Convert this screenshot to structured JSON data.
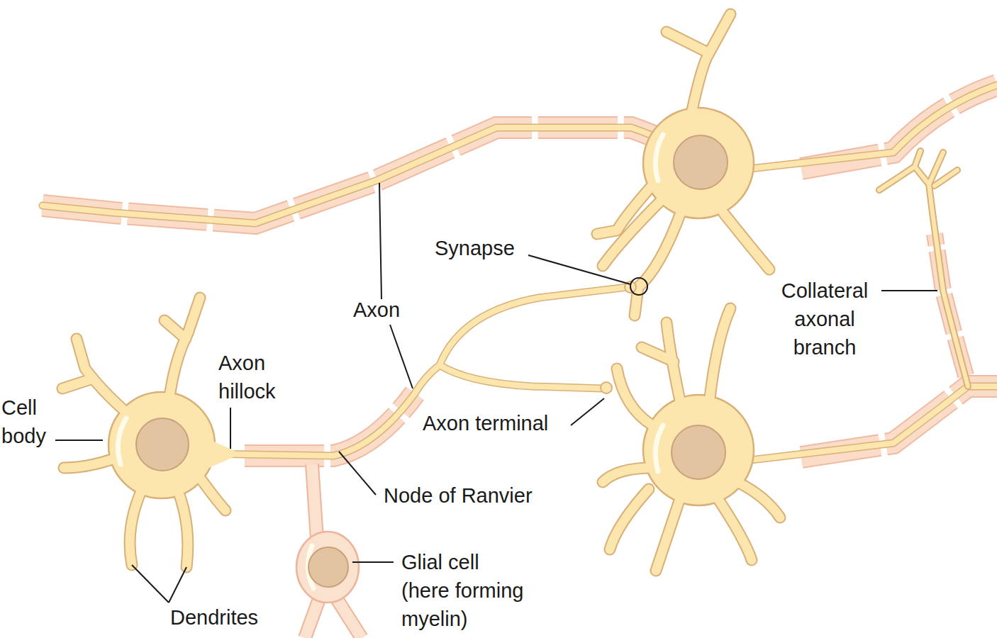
{
  "diagram": {
    "labels": [
      "Synapse",
      "Axon",
      "Collateral axonal branch",
      "Axon hillock",
      "Cell body",
      "Axon terminal",
      "Node of Ranvier",
      "Glial cell (here forming myelin)",
      "Dendrites"
    ]
  }
}
